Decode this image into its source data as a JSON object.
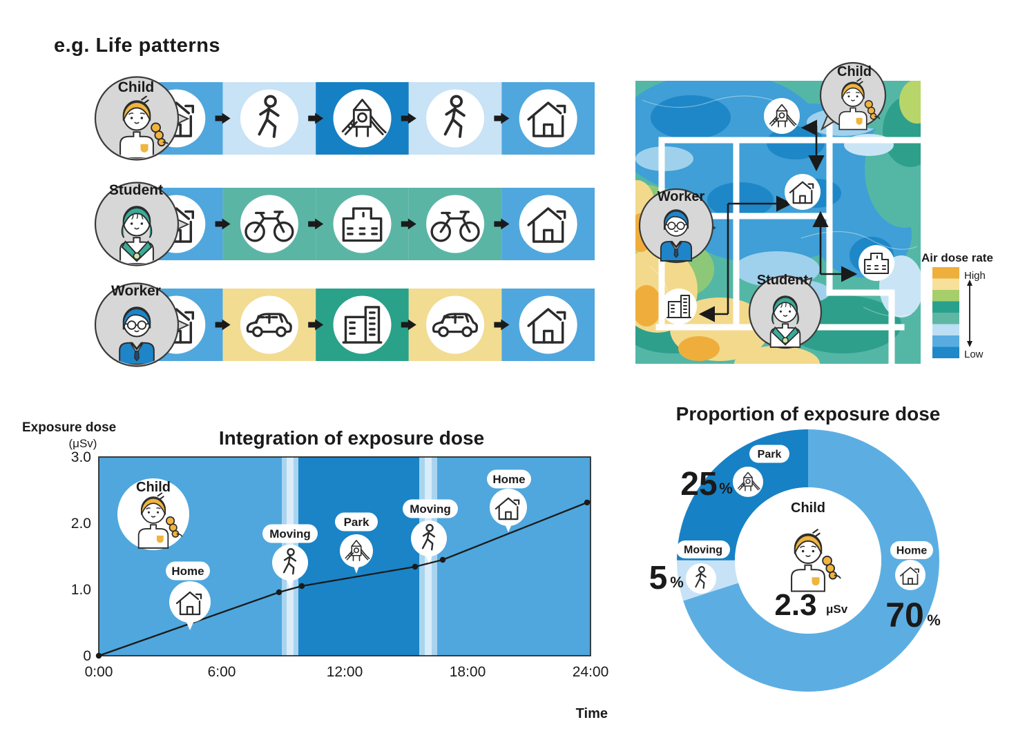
{
  "life_patterns": {
    "title": "e.g. Life patterns",
    "rows": [
      {
        "label": "Child",
        "sequence": [
          "home",
          "moving-walk",
          "park",
          "moving-walk",
          "home"
        ]
      },
      {
        "label": "Student",
        "sequence": [
          "home",
          "moving-bicycle",
          "school",
          "moving-bicycle",
          "home"
        ]
      },
      {
        "label": "Worker",
        "sequence": [
          "home",
          "moving-car",
          "office",
          "moving-car",
          "home"
        ]
      }
    ]
  },
  "map": {
    "people": {
      "child": "Child",
      "worker": "Worker",
      "student": "Student"
    },
    "places": [
      "park",
      "home",
      "school",
      "office"
    ],
    "legend": {
      "title": "Air dose rate",
      "high": "High",
      "low": "Low",
      "ramp_colors": [
        "#EFAF3C",
        "#F7E09A",
        "#A6CE6A",
        "#28A08C",
        "#5FB7A3",
        "#BCDFF4",
        "#58ACDF",
        "#1E88C8"
      ]
    }
  },
  "line_chart": {
    "title": "Integration of exposure dose",
    "y_axis": {
      "label": "Exposure dose",
      "unit": "(μSv)",
      "ticks": [
        "3.0",
        "2.0",
        "1.0",
        "0"
      ]
    },
    "x_axis": {
      "label": "Time",
      "ticks": [
        "0:00",
        "6:00",
        "12:00",
        "18:00",
        "24:00"
      ]
    },
    "person": "Child",
    "annotations": [
      "Home",
      "Moving",
      "Park",
      "Moving",
      "Home"
    ]
  },
  "donut": {
    "title": "Proportion of exposure dose",
    "percent_sign": "%",
    "labels": {
      "park": "Park",
      "moving": "Moving",
      "home": "Home"
    },
    "values": {
      "park": "25",
      "moving": "5",
      "home": "70"
    },
    "center": {
      "person": "Child",
      "value": "2.3",
      "unit": "μSv"
    }
  },
  "colors": {
    "home_blue": "#4FA7DD",
    "moving_light_blue": "#C8E2F6",
    "park_dark_blue": "#1680C4",
    "school_teal": "#5BB5A5",
    "office_green": "#2AA189",
    "car_yellow": "#F2DC92",
    "donut_home": "#5CAEE2",
    "donut_park": "#1781C5",
    "donut_moving": "#C7E2F6"
  },
  "chart_data": [
    {
      "type": "line",
      "title": "Integration of exposure dose",
      "xlabel": "Time",
      "ylabel": "Exposure dose (μSv)",
      "x_ticks": [
        "0:00",
        "6:00",
        "12:00",
        "18:00",
        "24:00"
      ],
      "ylim": [
        0,
        3.0
      ],
      "x_hours": [
        0,
        8.8,
        9.8,
        15.4,
        16.6,
        24
      ],
      "y_usv": [
        0,
        0.95,
        1.05,
        1.35,
        1.45,
        2.3
      ],
      "regions": [
        {
          "label": "Home",
          "from_h": 0,
          "to_h": 8.8
        },
        {
          "label": "Moving",
          "from_h": 8.8,
          "to_h": 9.8
        },
        {
          "label": "Park",
          "from_h": 9.8,
          "to_h": 15.4
        },
        {
          "label": "Moving",
          "from_h": 15.4,
          "to_h": 16.6
        },
        {
          "label": "Home",
          "from_h": 16.6,
          "to_h": 24
        }
      ],
      "grid": false,
      "legend": "none"
    },
    {
      "type": "pie",
      "title": "Proportion of exposure dose",
      "categories": [
        "Home",
        "Park",
        "Moving"
      ],
      "values": [
        70,
        25,
        5
      ],
      "center_label": "Child",
      "center_value": "2.3 μSv",
      "donut": true
    }
  ]
}
